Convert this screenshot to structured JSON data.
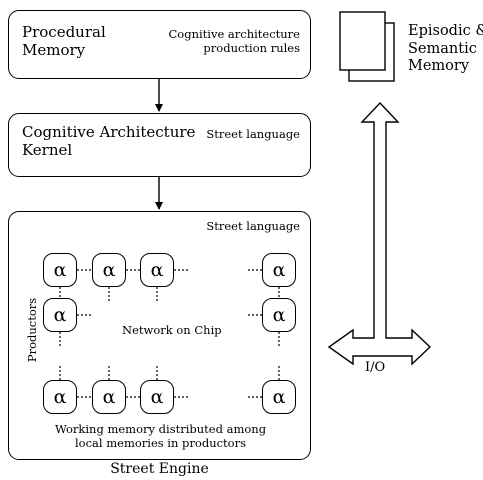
{
  "procedural_memory": {
    "title": "Procedural\nMemory",
    "note": "Cognitive architecture\nproduction rules"
  },
  "kernel": {
    "title": "Cognitive Architecture\nKernel",
    "note": "Street language"
  },
  "engine": {
    "note": "Street language",
    "productors_label": "Productors",
    "network_label": "Network on Chip",
    "working_memory_note": "Working memory distributed among\nlocal memories in productors",
    "caption": "Street Engine",
    "productor_symbol": "α"
  },
  "episodic_memory": {
    "title": "Episodic &\nSemantic\nMemory"
  },
  "io": {
    "label": "I/O"
  }
}
